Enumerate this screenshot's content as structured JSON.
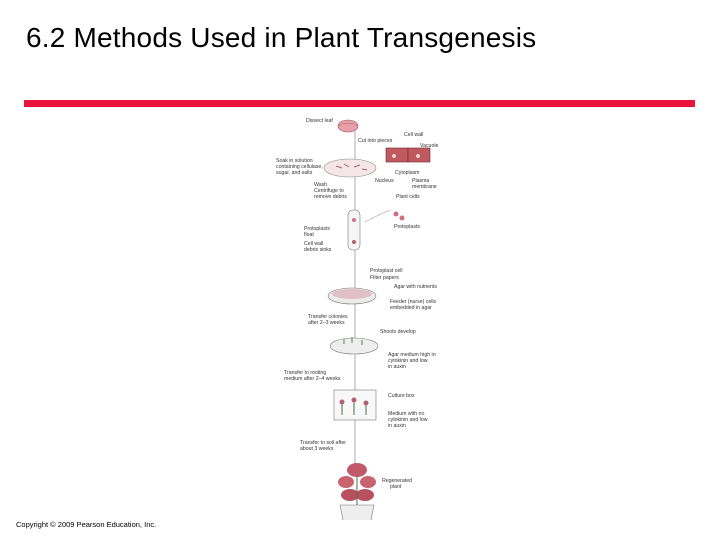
{
  "slide": {
    "title": "6.2  Methods Used in Plant Transgenesis",
    "copyright": "Copyright © 2009 Pearson Education, Inc.",
    "accent_color": "#e8143c"
  },
  "diagram": {
    "labels": {
      "dissect_leaf": "Dissect leaf",
      "cut_into_pieces": "Cut into pieces",
      "cell_wall": "Cell wall",
      "vacuole": "Vacuole",
      "soak": "Soak in solution",
      "soak2": "containing cellulase,",
      "soak3": "sugar, and salts",
      "cytoplasm": "Cytoplasm",
      "nucleus": "Nucleus",
      "plasma": "Plasma",
      "membrane": "membrane",
      "wash": "Wash",
      "centrifuge": "Centrifuge to",
      "remove_debris": "remove debris",
      "plant_cells": "Plant cells",
      "protoplasts": "Protoplasts",
      "protoplasts_float": "Protoplasts",
      "float": "float",
      "cell_wall_debris": "Cell wall",
      "debris_sinks": "debris sinks",
      "protoplast_cell": "Protoplast cell",
      "filter_paper": "Filter papers",
      "agar_nutrients": "Agar with nutrients",
      "feeder": "Feeder (nurse) cells",
      "feeder2": "embedded in agar",
      "transfer_colonies": "Transfer colonies",
      "after_weeks": "after 2–3 weeks",
      "shoots_develop": "Shoots develop",
      "agar_medium": "Agar medium high in",
      "agar_medium2": "cytokinin and low",
      "agar_medium3": "in auxin",
      "transfer_rooting": "Transfer to rooting",
      "medium_after": "medium after 2–4 weeks",
      "culture_box": "Culture box",
      "medium_low": "Medium with no",
      "medium_low2": "cytokinin and low",
      "medium_low3": "in auxin",
      "transfer_soil": "Transfer to soil after",
      "about_weeks": "about 3 weeks",
      "regenerated": "Regenerated",
      "plant": "plant"
    }
  }
}
